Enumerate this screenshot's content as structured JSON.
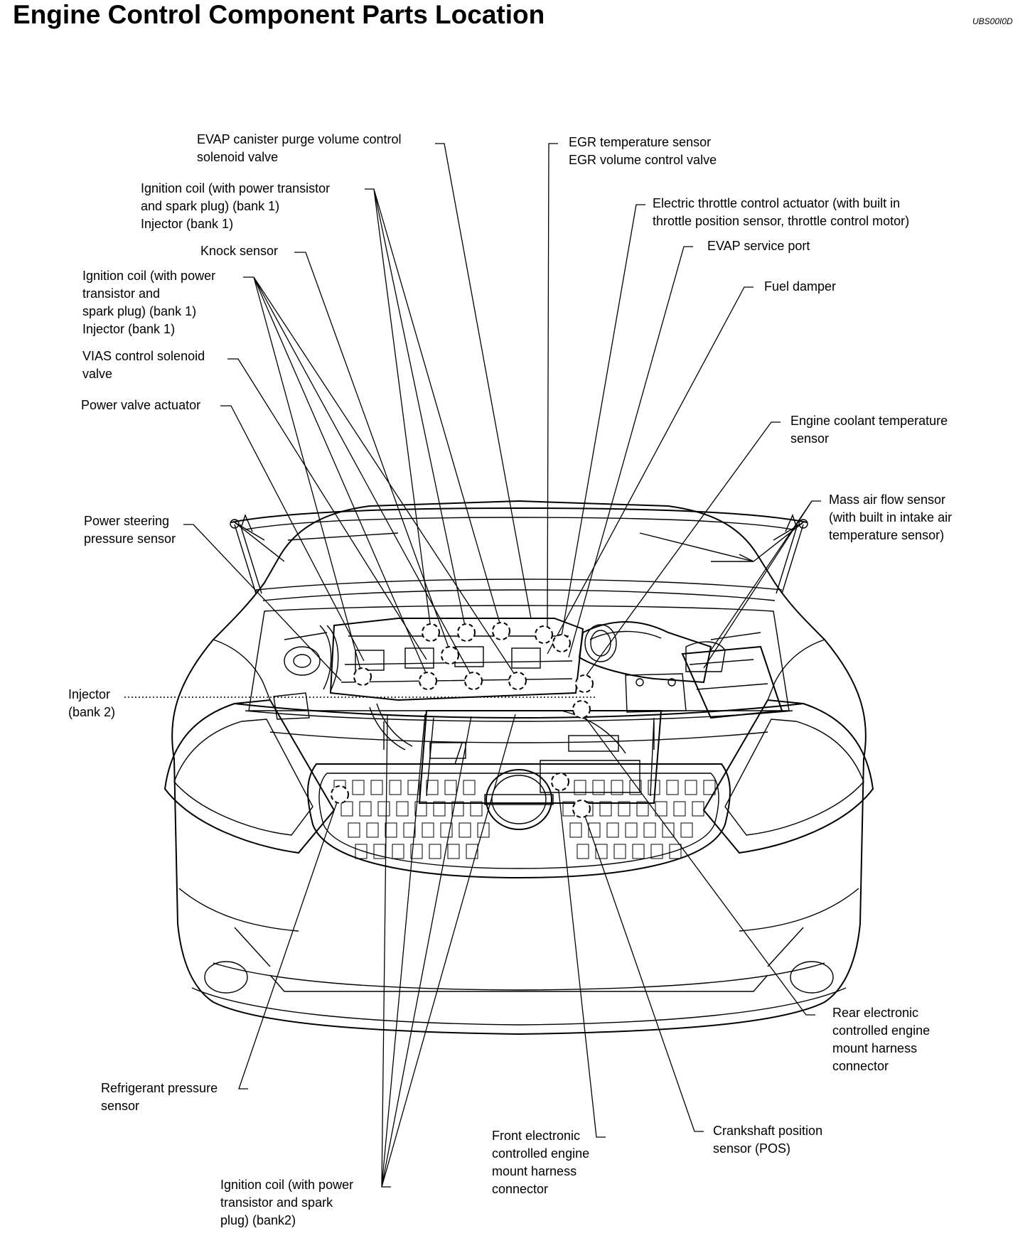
{
  "header": {
    "title": "Engine Control Component Parts Location",
    "code": "UBS00I0D"
  },
  "labels": {
    "evap_purge": [
      "EVAP canister purge volume control",
      "solenoid valve"
    ],
    "ign_coil_bank1_a": [
      "Ignition coil (with power transistor",
      "and spark plug) (bank 1)",
      "Injector (bank 1)"
    ],
    "knock_sensor": [
      "Knock sensor"
    ],
    "ign_coil_bank1_b": [
      "Ignition coil (with power",
      "transistor and",
      "spark plug) (bank 1)",
      "Injector (bank 1)"
    ],
    "vias": [
      "VIAS control solenoid",
      "valve"
    ],
    "power_valve": [
      "Power valve actuator"
    ],
    "ps_pressure": [
      "Power steering",
      "pressure sensor"
    ],
    "injector_bank2": [
      "Injector",
      "(bank 2)"
    ],
    "refrigerant": [
      "Refrigerant pressure",
      "sensor"
    ],
    "ign_coil_bank2": [
      "Ignition coil (with power",
      "transistor and spark",
      "plug) (bank2)"
    ],
    "front_mount": [
      "Front electronic",
      "controlled engine",
      "mount harness",
      "connector"
    ],
    "crankshaft": [
      "Crankshaft position",
      "sensor (POS)"
    ],
    "rear_mount": [
      "Rear electronic",
      "controlled engine",
      "mount harness",
      "connector"
    ],
    "maf": [
      "Mass air flow sensor",
      "(with built in intake air",
      "temperature sensor)"
    ],
    "ect": [
      "Engine coolant temperature",
      "sensor"
    ],
    "fuel_damper": [
      "Fuel damper"
    ],
    "evap_port": [
      "EVAP service port"
    ],
    "throttle": [
      "Electric throttle control actuator (with built in",
      "throttle position sensor, throttle control motor)"
    ],
    "egr": [
      "EGR temperature sensor",
      "EGR volume control valve"
    ]
  }
}
